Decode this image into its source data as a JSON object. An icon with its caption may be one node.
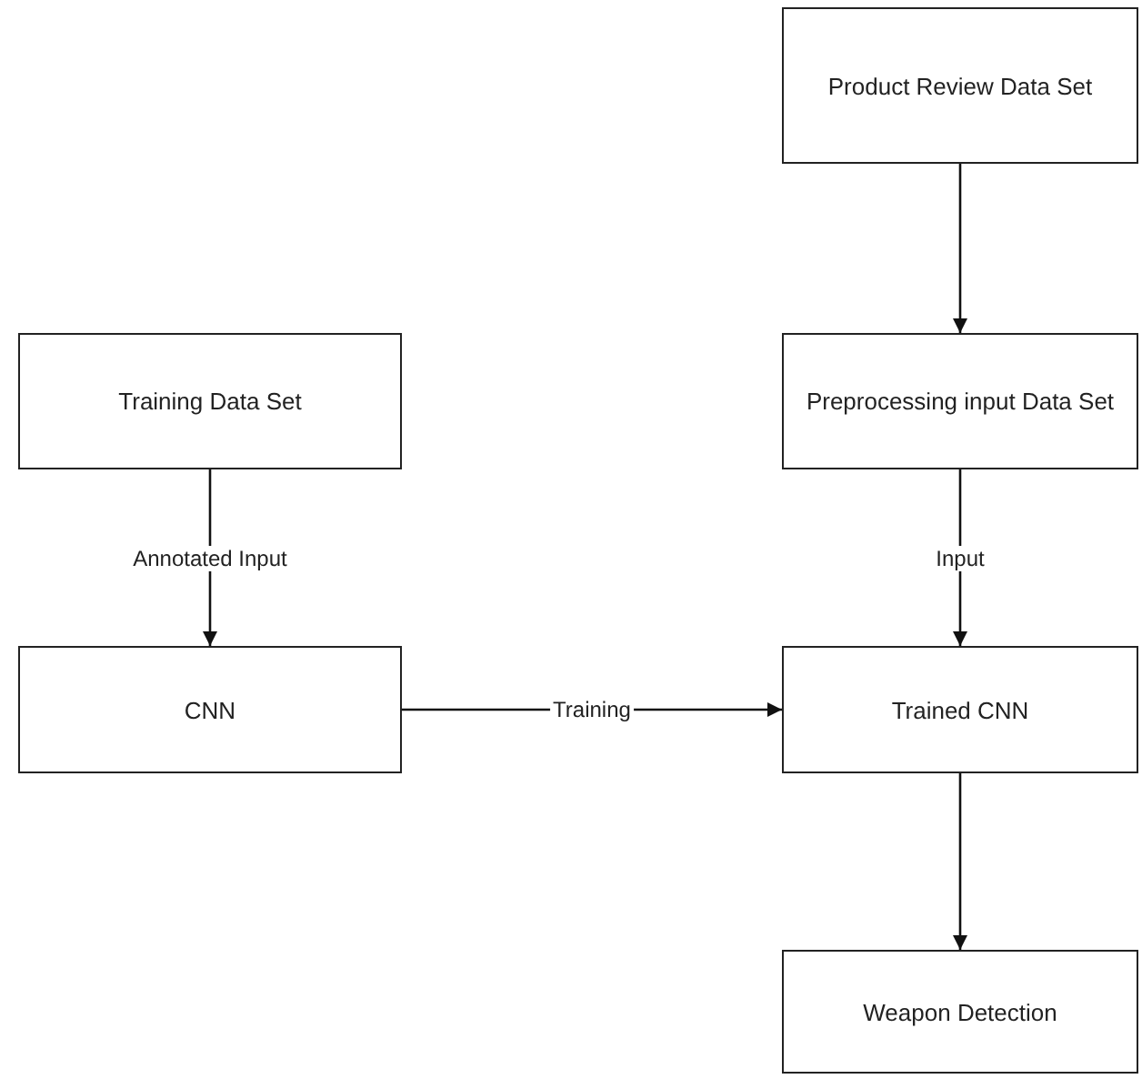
{
  "diagram": {
    "nodes": [
      {
        "text": [
          "Product Review Data Set"
        ]
      },
      {
        "text": [
          "Training Data Set"
        ]
      },
      {
        "text": [
          "Preprocessing input Data Set"
        ]
      },
      {
        "text": [
          "CNN"
        ]
      },
      {
        "text": [
          "Trained CNN"
        ]
      },
      {
        "text": [
          "Weapon Detection"
        ]
      }
    ],
    "edges": [
      {
        "from": 0,
        "to": 2,
        "arrow": "to"
      },
      {
        "from": 1,
        "to": 3,
        "arrow": "to",
        "label": "Annotated Input"
      },
      {
        "from": 2,
        "to": 4,
        "arrow": "to",
        "label": "Input"
      },
      {
        "from": 3,
        "to": 4,
        "arrow": "to",
        "label": "Training"
      },
      {
        "from": 4,
        "to": 5,
        "arrow": "to"
      }
    ]
  }
}
